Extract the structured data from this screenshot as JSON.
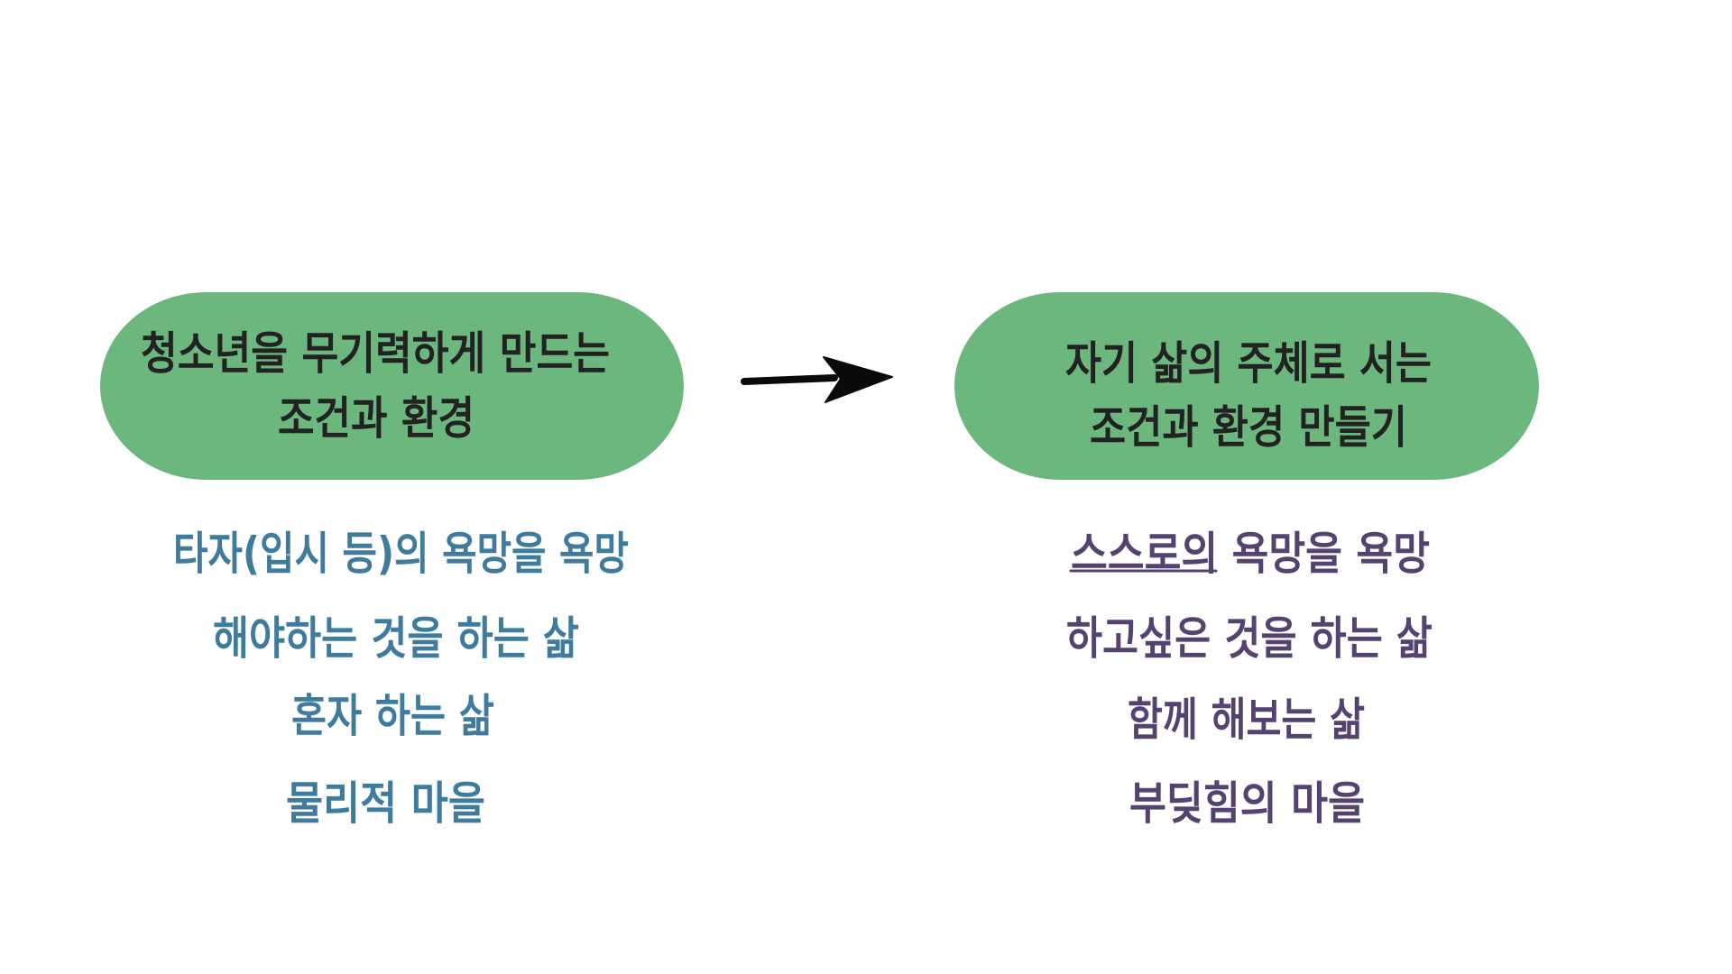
{
  "colors": {
    "background": "#ffffff",
    "pill_fill": "#6cb77e",
    "pill_text": "#222222",
    "left_list_text": "#3f7b9c",
    "right_list_text": "#544370",
    "arrow": "#0a0a0a"
  },
  "left": {
    "node": {
      "lines": [
        "청소년을 무기력하게 만드는",
        "조건과 환경"
      ]
    },
    "items": [
      "타자(입시 등)의 욕망을 욕망",
      "해야하는 것을 하는 삶",
      "혼자 하는 삶",
      "물리적 마을"
    ]
  },
  "connector": {
    "icon": "arrow-right-icon"
  },
  "right": {
    "node": {
      "lines": [
        "자기 삶의 주체로 서는",
        "조건과 환경 만들기"
      ]
    },
    "items": [
      "스스로의 욕망을 욕망",
      "하고싶은 것을 하는 삶",
      "함께 해보는 삶",
      "부딪힘의 마을"
    ],
    "underlined_item_index": 0
  }
}
